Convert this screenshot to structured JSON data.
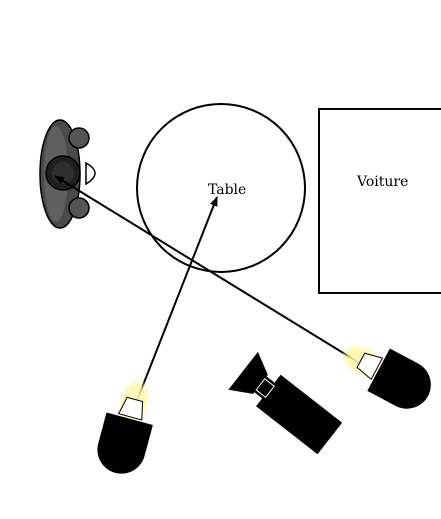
{
  "diagram": {
    "title": "",
    "labels": {
      "table": "Table",
      "car": "Voiture"
    },
    "elements": [
      "person-top-view",
      "round-table",
      "car-box",
      "spotlight-bottom-left",
      "spotlight-bottom-right",
      "video-camera"
    ],
    "arrows": [
      {
        "from": "spotlight-bottom-left",
        "to": "round-table"
      },
      {
        "from": "spotlight-bottom-right",
        "to": "person-top-view"
      }
    ],
    "colors": {
      "stroke": "#000000",
      "fill_dark": "#000000",
      "person_body": "#2b2b2b",
      "person_shoulder": "#555555",
      "light_glow": "#fff7a8",
      "background": "#ffffff"
    }
  }
}
